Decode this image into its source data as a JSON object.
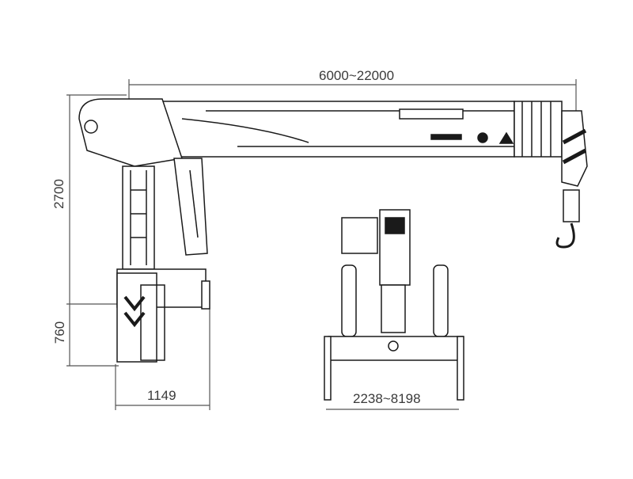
{
  "diagram": {
    "type": "technical-drawing",
    "subject": "truck-mounted telescopic boom crane",
    "views": [
      "side-view",
      "rear-view"
    ],
    "dimensions": {
      "boom_reach": "6000~22000",
      "total_height": "2700",
      "base_height": "760",
      "base_width": "1149",
      "outrigger_span": "2238~8198"
    },
    "colors": {
      "line": "#1a1a1a",
      "dimension_line": "#555555",
      "text": "#3a3a3a",
      "background": "#ffffff"
    }
  }
}
